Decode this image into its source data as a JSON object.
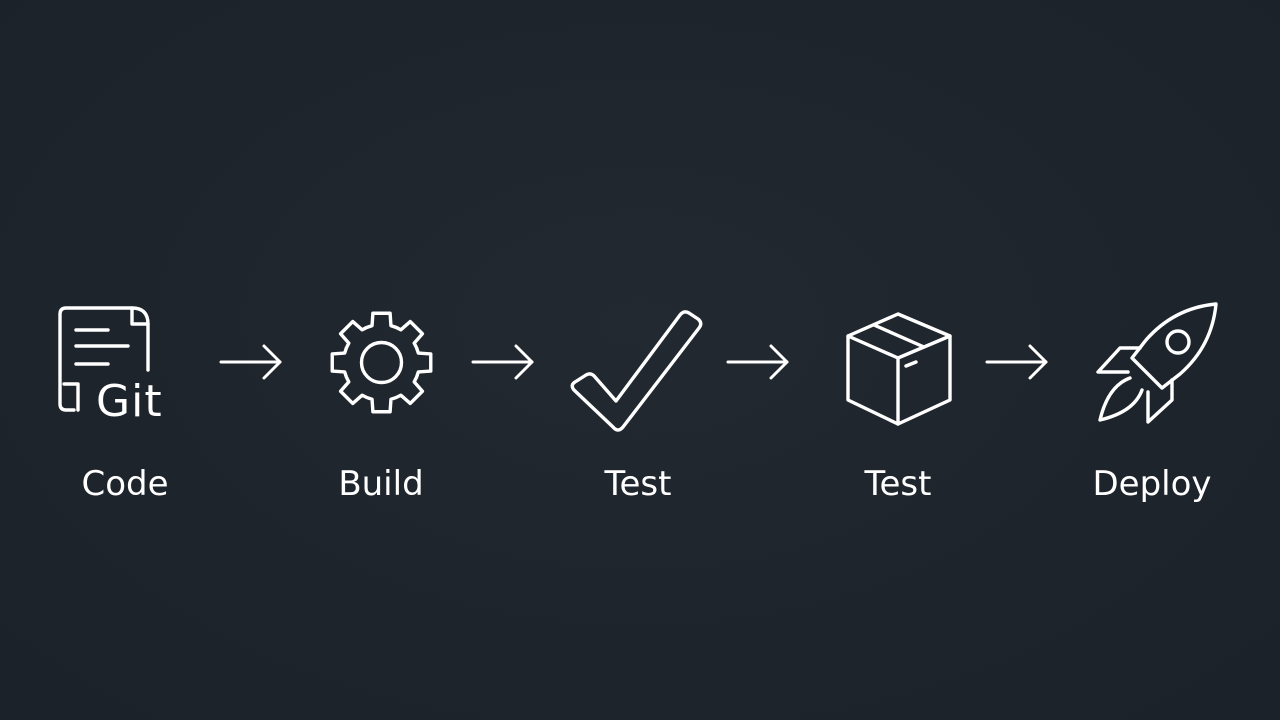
{
  "steps": [
    {
      "label": "Code",
      "icon": "git-file-icon"
    },
    {
      "label": "Build",
      "icon": "gear-icon"
    },
    {
      "label": "Test",
      "icon": "checkmark-icon"
    },
    {
      "label": "Test",
      "icon": "package-box-icon"
    },
    {
      "label": "Deploy",
      "icon": "rocket-icon"
    }
  ],
  "code_icon_text": "Git",
  "colors": {
    "background": "#1f252d",
    "foreground": "#ffffff"
  },
  "connector": "right-arrow-icon"
}
